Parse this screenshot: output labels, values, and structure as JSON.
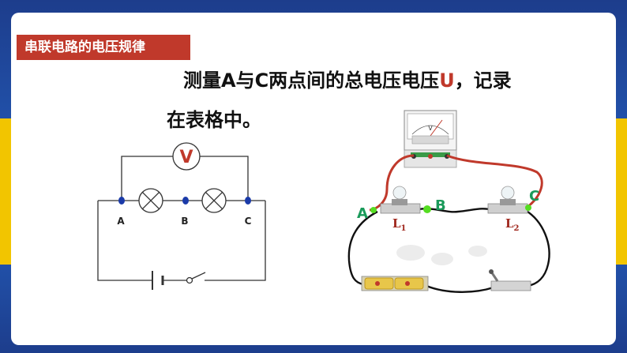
{
  "slide": {
    "title": "串联电路的电压规律",
    "instruction_line1_prefix": "测量A与C两点间的总电压电压",
    "instruction_highlight": "U",
    "instruction_line1_suffix": "，记录",
    "instruction_line2": "在表格中。",
    "accent_red": "#c0392b",
    "accent_yellow": "#f2c500",
    "accent_blue": "#1f3f8f"
  },
  "schematic": {
    "meter_symbol": "V",
    "point_a": "A",
    "point_b": "B",
    "point_c": "C"
  },
  "apparatus": {
    "label_a": "A",
    "label_b": "B",
    "label_c": "C",
    "lamp1_letter": "L",
    "lamp1_sub": "1",
    "lamp2_letter": "L",
    "lamp2_sub": "2",
    "meter_face_letter": "V"
  }
}
